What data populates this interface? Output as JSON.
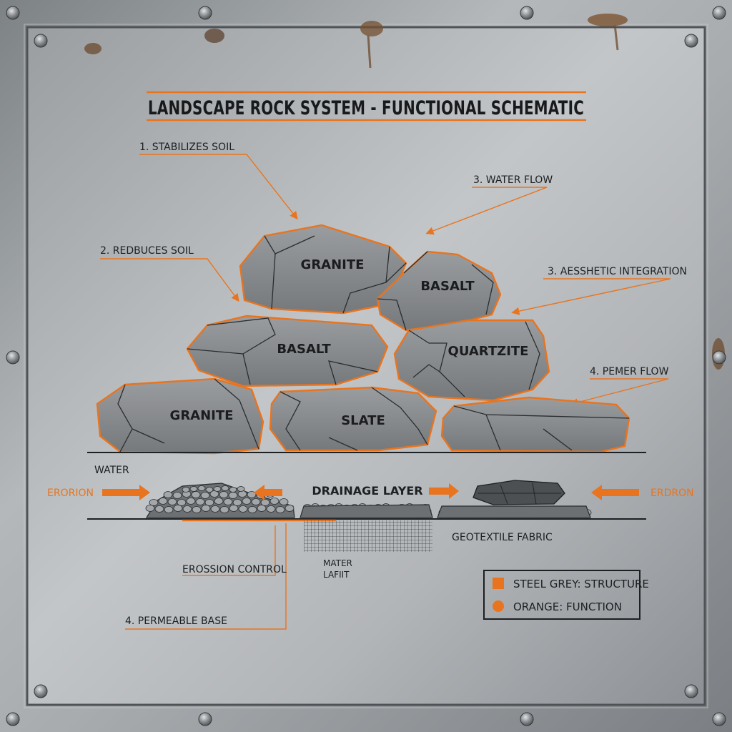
{
  "title": "LANDSCAPE ROCK SYSTEM - FUNCTIONAL SCHEMATIC",
  "callouts": {
    "stabilizes": "1. STABILIZES SOIL",
    "reduces": "2. REDBUCES SOIL",
    "water_flow": "3. WATER FLOW",
    "aesthetic": "3. AESSHETIC INTEGRATION",
    "pemer_flow": "4. PEMER FLOW",
    "erosion_control": "EROSSION CONTROL",
    "permeable_base": "4. PERMEABLE BASE"
  },
  "rocks": {
    "granite_top": "GRANITE",
    "basalt_top": "BASALT",
    "basalt_mid": "BASALT",
    "quartzite": "QUARTZITE",
    "granite_bottom": "GRANITE",
    "slate": "SLATE"
  },
  "ground": {
    "water": "WATER",
    "erosion_left": "ERORION",
    "erosion_right": "ERDRON",
    "drainage_layer": "DRAINAGE LAYER",
    "geotextile": "GEOTEXTILE FABRIC",
    "mater_line1": "MATER",
    "mater_line2": "LAFIIT"
  },
  "legend": {
    "structure": "STEEL GREY: STRUCTURE",
    "function": "ORANGE: FUNCTION"
  },
  "colors": {
    "accent_orange": "#e8741f",
    "steel_grey": "#8a8e92",
    "ink": "#1d2022"
  }
}
